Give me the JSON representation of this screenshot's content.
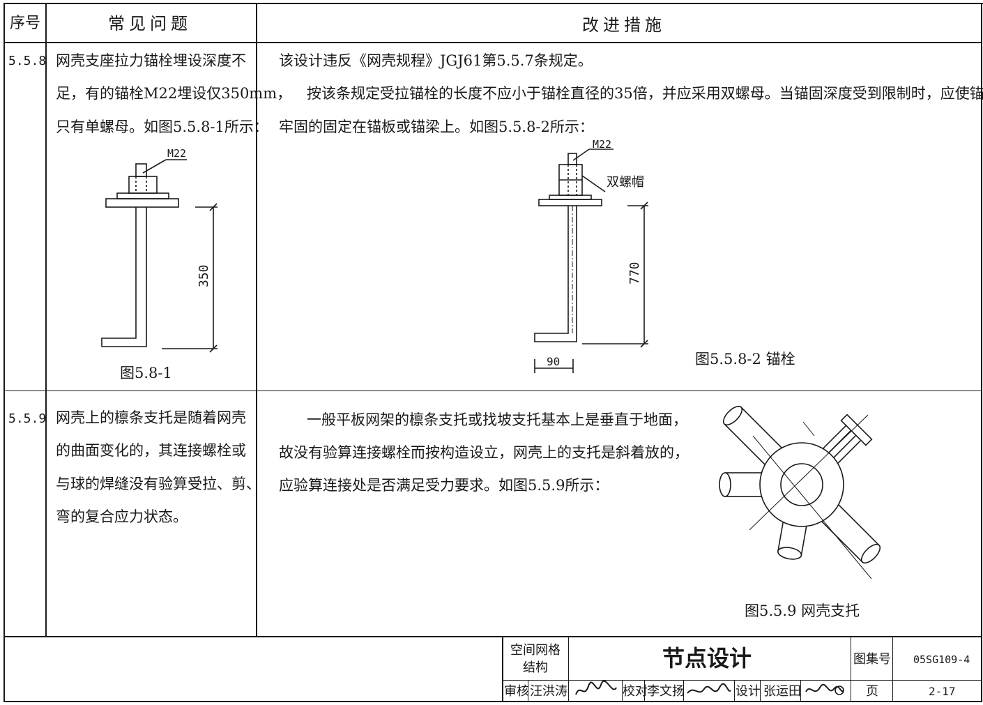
{
  "header": {
    "col_no": "序号",
    "col_problem": "常见问题",
    "col_measure": "改进措施"
  },
  "rows": [
    {
      "no": "5.5.8",
      "problem_lines": [
        "网壳支座拉力锚栓埋设深度不",
        "足，有的锚栓M22埋设仅350mm，",
        "只有单螺母。如图5.5.8-1所示："
      ],
      "measure_lines": [
        "该设计违反《网壳规程》JGJ61第5.5.7条规定。",
        "按该条规定受拉锚栓的长度不应小于锚栓直径的35倍，并应采用双螺母。当锚固深度受到限制时，应使锚栓",
        "牢固的固定在锚板或锚梁上。如图5.5.8-2所示："
      ],
      "fig1": {
        "bolt_label": "M22",
        "dim_label": "350",
        "caption": "图5.8-1"
      },
      "fig2": {
        "bolt_label": "M22",
        "nut_label": "双螺帽",
        "dim_label": "770",
        "width_label": "90",
        "caption": "图5.5.8-2 锚栓"
      }
    },
    {
      "no": "5.5.9",
      "problem_lines": [
        "网壳上的檩条支托是随着网壳",
        "的曲面变化的，其连接螺栓或",
        "与球的焊缝没有验算受拉、剪、",
        "弯的复合应力状态。"
      ],
      "measure_lines": [
        "一般平板网架的檩条支托或找坡支托基本上是垂直于地面，",
        "故没有验算连接螺栓而按构造设立，网壳上的支托是斜着放的，",
        "应验算连接处是否满足受力要求。如图5.5.9所示："
      ],
      "fig3": {
        "caption": "图5.5.9 网壳支托"
      }
    }
  ],
  "title_block": {
    "category": [
      "空间网格",
      "结构"
    ],
    "title": "节点设计",
    "atlas_label": "图集号",
    "atlas_no": "05SG109-4",
    "review_label": "审核",
    "review_name": "汪洪涛",
    "check_label": "校对",
    "check_name": "李文扬",
    "design_label": "设计",
    "design_name": "张运田",
    "page_label": "页",
    "page_no": "2-17"
  }
}
